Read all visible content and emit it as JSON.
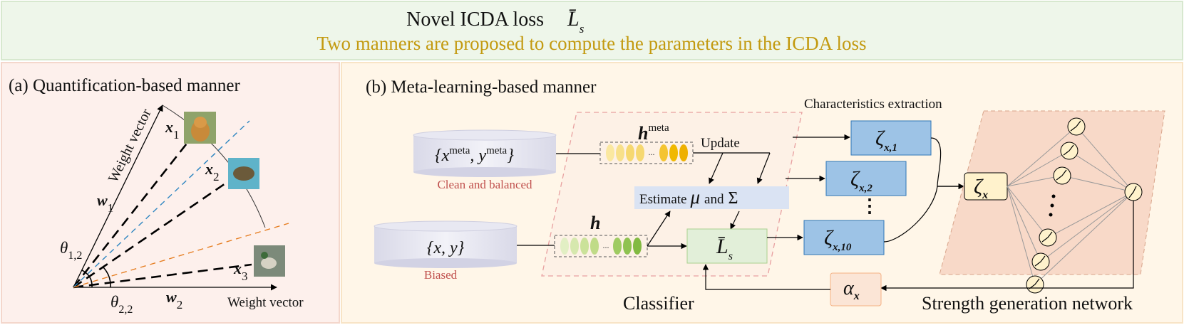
{
  "header": {
    "title": "Novel ICDA loss",
    "title_symbol": "L̄",
    "title_symbol_sub": "s",
    "subtitle": "Two manners are proposed to compute the parameters in the ICDA loss",
    "bg_color": "#eef6ea",
    "subtitle_color": "#c39a10"
  },
  "panel_a": {
    "label": "(a) Quantification-based manner",
    "bg_color": "#fdf0ec",
    "weight_vector_1": "Weight vector",
    "weight_vector_2": "Weight vector",
    "w1_letter": "w",
    "w1_sub": "1",
    "w2_letter": "w",
    "w2_sub": "2",
    "theta12": "θ",
    "theta12_sub": "1,2",
    "theta22": "θ",
    "theta22_sub": "2,2",
    "x1_letter": "x",
    "x1_sub": "1",
    "x2_letter": "x",
    "x2_sub": "2",
    "x3_letter": "x",
    "x3_sub": "3",
    "sample_images": [
      "dog-photo",
      "turtle-photo",
      "bird-photo"
    ]
  },
  "panel_b": {
    "label": "(b) Meta-learning-based manner",
    "bg_color": "#fff6e8",
    "meta_set": {
      "text_a": "{x",
      "sup_a": "meta",
      "text_b": ", y",
      "sup_b": "meta",
      "text_c": "}"
    },
    "meta_caption": "Clean and balanced",
    "biased_set": {
      "text": "{x, y}"
    },
    "biased_caption": "Biased",
    "caption_color": "#c0504d",
    "h_meta_letter": "h",
    "h_meta_sup": "meta",
    "h_letter": "h",
    "ellipsis": "...",
    "update": "Update",
    "estimate_word": "Estimate",
    "mu": "μ",
    "and_word": "and",
    "sigma": "Σ",
    "loss_symbol": "L̄",
    "loss_sub": "s",
    "classifier": "Classifier",
    "characteristics": "Characteristics extraction",
    "zeta": "ζ",
    "zeta_subs": [
      "x,1",
      "x,2",
      "x,10"
    ],
    "vdots": "⋮",
    "zeta_x_sub": "x",
    "alpha": "α",
    "alpha_sub": "x",
    "strength_network": "Strength generation network",
    "box_blue": "#9dc3e6",
    "box_blue_border": "#2e75b6",
    "box_green": "#e2efd9",
    "box_yellow": "#fff2cc",
    "box_alpha": "#fbe5d6",
    "estimate_bg": "#dae3f3"
  }
}
